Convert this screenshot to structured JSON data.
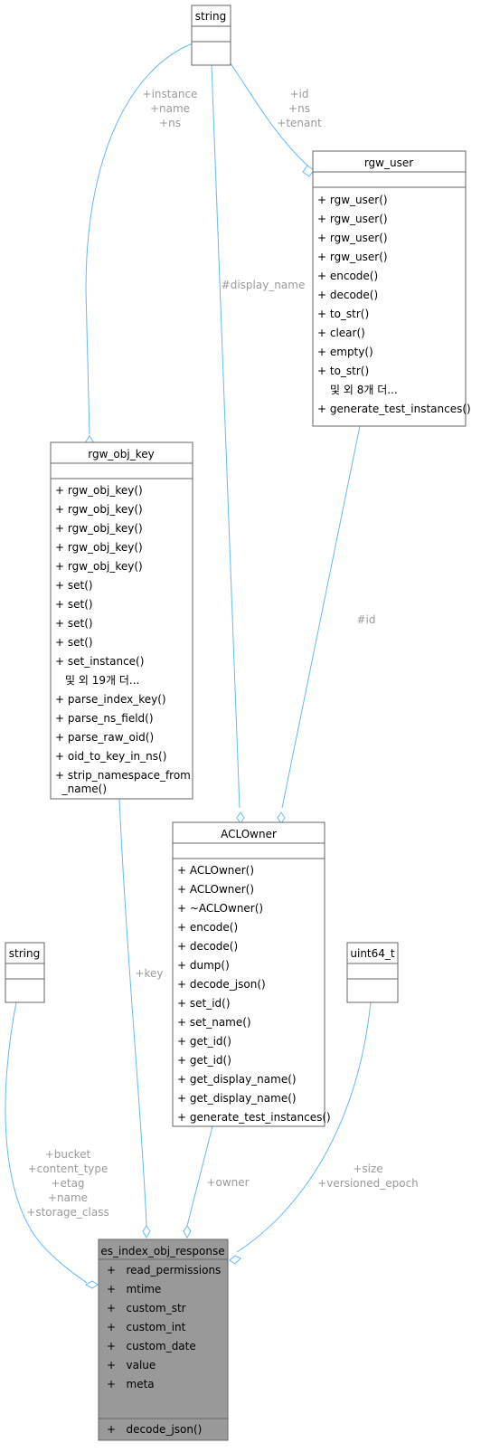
{
  "nodes": {
    "string_top": {
      "title": "string",
      "members": []
    },
    "rgw_user": {
      "title": "rgw_user",
      "members": [
        "+ rgw_user()",
        "+ rgw_user()",
        "+ rgw_user()",
        "+ rgw_user()",
        "+ encode()",
        "+ decode()",
        "+ to_str()",
        "+ clear()",
        "+ empty()",
        "+ to_str()",
        "및 외 8개 더...",
        "+ generate_test_instances()"
      ]
    },
    "rgw_obj_key": {
      "title": "rgw_obj_key",
      "members": [
        "+ rgw_obj_key()",
        "+ rgw_obj_key()",
        "+ rgw_obj_key()",
        "+ rgw_obj_key()",
        "+ rgw_obj_key()",
        "+ set()",
        "+ set()",
        "+ set()",
        "+ set()",
        "+ set_instance()",
        "및 외 19개 더...",
        "+ parse_index_key()",
        "+ parse_ns_field()",
        "+ parse_raw_oid()",
        "+ oid_to_key_in_ns()",
        "+ strip_namespace_from",
        "  _name()"
      ]
    },
    "ACLOwner": {
      "title": "ACLOwner",
      "members": [
        "+ ACLOwner()",
        "+ ACLOwner()",
        "+ ~ACLOwner()",
        "+ encode()",
        "+ decode()",
        "+ dump()",
        "+ decode_json()",
        "+ set_id()",
        "+ set_name()",
        "+ get_id()",
        "+ get_id()",
        "+ get_display_name()",
        "+ get_display_name()",
        "+ generate_test_instances()"
      ]
    },
    "string_left": {
      "title": "string",
      "members": []
    },
    "uint64_t": {
      "title": "uint64_t",
      "members": []
    },
    "es_index_obj_response": {
      "title": "es_index_obj_response",
      "attributes": [
        "+   read_permissions",
        "+   mtime",
        "+   custom_str",
        "+   custom_int",
        "+   custom_date",
        "+   value",
        "+   meta"
      ],
      "methods": [
        "+   decode_json()"
      ]
    }
  },
  "edge_labels": {
    "instance": [
      "+instance",
      "+name",
      "+ns"
    ],
    "tenant": [
      "+id",
      "+ns",
      "+tenant"
    ],
    "display_name": [
      "#display_name"
    ],
    "id": [
      "#id"
    ],
    "key": [
      "+key"
    ],
    "bucket": [
      "+bucket",
      "+content_type",
      "+etag",
      "+name",
      "+storage_class"
    ],
    "owner": [
      "+owner"
    ],
    "size": [
      "+size",
      "+versioned_epoch"
    ]
  },
  "colors": {
    "edge": "#63b8ff",
    "box_border": "#666666",
    "focus_fill": "#999999",
    "edge_label": "#9a9a9a"
  }
}
